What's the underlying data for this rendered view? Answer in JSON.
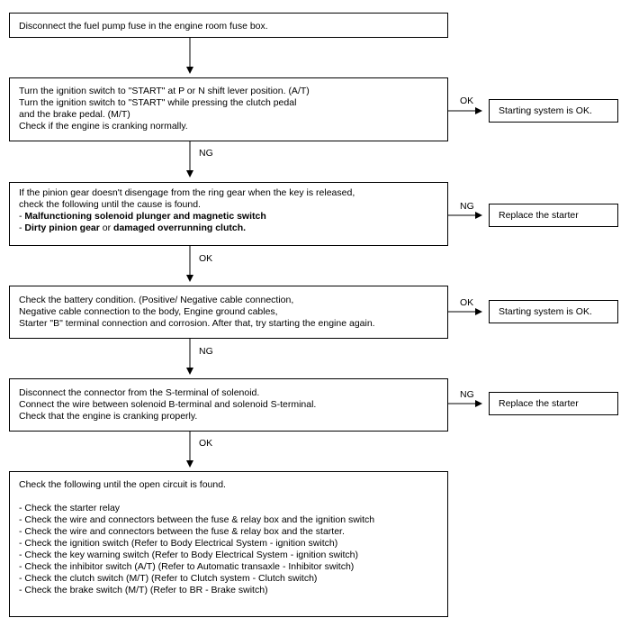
{
  "steps": {
    "s1": {
      "lines": [
        "Disconnect the fuel pump fuse in the engine room fuse box."
      ]
    },
    "s2": {
      "lines": [
        "Turn the ignition switch to \"START\" at P or N shift lever position. (A/T)",
        "Turn the ignition switch to \"START\" while pressing the clutch pedal",
        "and the brake pedal. (M/T)",
        "Check if the engine is cranking normally."
      ]
    },
    "s3": {
      "lines": [
        "If the pinion gear doesn't disengage from the ring gear when the key is released,",
        "check the following until the cause is found."
      ],
      "bullet1_bold": "Malfunctioning solenoid plunger and magnetic switch",
      "bullet2_part1": "Dirty pinion gear",
      "bullet2_mid": " or ",
      "bullet2_part2": "damaged overrunning clutch."
    },
    "s4": {
      "lines": [
        "Check the battery condition. (Positive/ Negative cable connection,",
        "Negative cable connection to the body, Engine ground cables,",
        "Starter \"B\" terminal connection and corrosion. After that, try starting the engine again."
      ]
    },
    "s5": {
      "lines": [
        "Disconnect the connector from the S-terminal of solenoid.",
        "Connect the wire between solenoid B-terminal and solenoid S-terminal.",
        "Check that the engine is cranking properly."
      ]
    },
    "s6": {
      "intro": "Check the following until the open circuit is found.",
      "items": [
        "- Check the starter relay",
        "- Check the wire and connectors between the fuse & relay box and the ignition switch",
        "- Check the wire and connectors between the fuse & relay box and the starter.",
        "- Check the ignition switch (Refer to Body Electrical System - ignition switch)",
        "- Check the key warning switch (Refer to Body Electrical System - ignition switch)",
        "- Check the inhibitor switch (A/T) (Refer to Automatic transaxle - Inhibitor switch)",
        "- Check the clutch switch (M/T) (Refer to Clutch system - Clutch switch)",
        "- Check the brake switch (M/T) (Refer to BR - Brake switch)"
      ]
    }
  },
  "results": {
    "r1": "Starting system is OK.",
    "r2": "Replace the starter",
    "r3": "Starting system is OK.",
    "r4": "Replace the starter"
  },
  "labels": {
    "down1": "NG",
    "down2": "OK",
    "down3": "NG",
    "down4": "OK",
    "side1": "OK",
    "side2": "NG",
    "side3": "OK",
    "side4": "NG"
  },
  "bullet_prefix": "- "
}
